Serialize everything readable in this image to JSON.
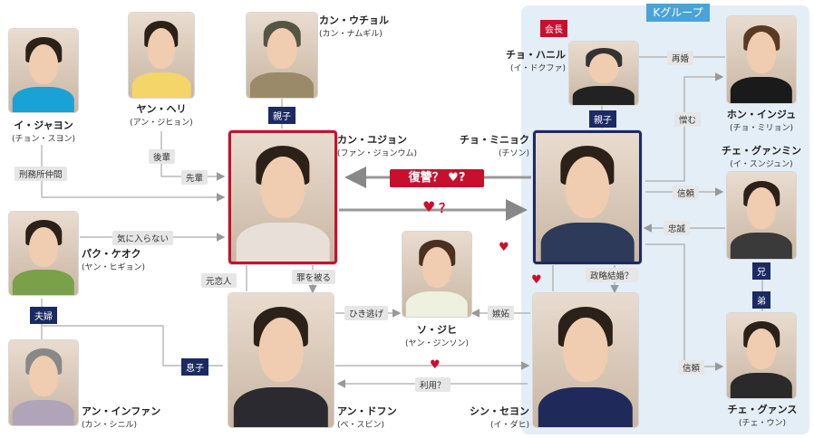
{
  "group_label": "Kグループ",
  "badge_chairman": "会長",
  "center_relation": "復讐？",
  "center_question": "？",
  "people": {
    "kang_uchol": {
      "name": "カン・ウチョル",
      "actor": "(カン・ナムギル)"
    },
    "yang_heri": {
      "name": "ヤン・ヘリ",
      "actor": "(アン・ジヒョン)"
    },
    "lee_jayon": {
      "name": "イ・ジャヨン",
      "actor": "(チョン・スヨン)"
    },
    "kang_yujon": {
      "name": "カン・ユジョン",
      "actor": "(ファン・ジョンウム)"
    },
    "cho_minhyok": {
      "name": "チョ・ミニョク",
      "actor": "(チソン)"
    },
    "cho_hanil": {
      "name": "チョ・ハニル",
      "actor": "(イ・ドクファ)"
    },
    "hong_inju": {
      "name": "ホン・インジュ",
      "actor": "(チョ・ミリョン)"
    },
    "che_gwanmin": {
      "name": "チェ・グァンミン",
      "actor": "(イ・スンジュン)"
    },
    "park_keok": {
      "name": "パク・ケオク",
      "actor": "(ヤン・ヒギョン)"
    },
    "so_jihi": {
      "name": "ソ・ジヒ",
      "actor": "(ヤン・ジンソン)"
    },
    "an_infan": {
      "name": "アン・インファン",
      "actor": "(カン・シニル)"
    },
    "an_dofun": {
      "name": "アン・ドフン",
      "actor": "(ペ・スビン)"
    },
    "shin_seyon": {
      "name": "シン・セヨン",
      "actor": "(イ・ダヒ)"
    },
    "che_gwansu": {
      "name": "チェ・グァンス",
      "actor": "(チェ・ウン)"
    }
  },
  "relations": {
    "oyako_top": "親子",
    "oyako_right": "親子",
    "kohai": "後輩",
    "senpai": "先輩",
    "prison": "刑務所仲間",
    "dislike": "気に入らない",
    "ex_lover": "元恋人",
    "take_blame": "罪を被る",
    "hit_run": "ひき逃げ",
    "jealousy": "嫉妬",
    "political_marriage": "政略結婚？",
    "remarriage": "再婚",
    "hate": "憎む",
    "trust1": "信頼",
    "loyalty": "忠誠",
    "trust2": "信頼",
    "use": "利用？",
    "couple": "夫婦",
    "son": "息子",
    "older_bro": "兄",
    "younger_bro": "弟"
  },
  "colors": {
    "accent_red": "#c8102e",
    "navy": "#1b2a63",
    "group_bg": "#e4eef6",
    "group_tag": "#4aa3d8"
  }
}
